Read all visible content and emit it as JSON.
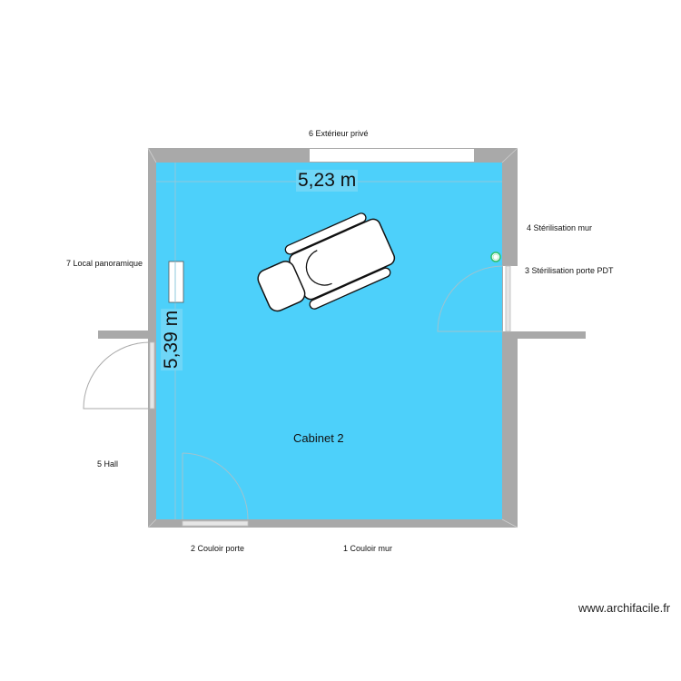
{
  "room": {
    "name": "Cabinet 2",
    "fill_color": "#4dd0fa",
    "wall_color": "#a9a9a9"
  },
  "dimensions": {
    "width": "5,23 m",
    "height": "5,39 m"
  },
  "adjacent_labels": {
    "top": "6 Extérieur privé",
    "right_wall": "4 Stérilisation mur",
    "right_door": "3 Stérilisation porte PDT",
    "left_top": "7 Local panoramique",
    "left_bottom": "5 Hall",
    "bottom_door": "2 Couloir porte",
    "bottom_wall": "1 Couloir mur"
  },
  "furniture": [
    {
      "type": "dental-chair-icon"
    },
    {
      "type": "cabinet-unit"
    }
  ],
  "watermark": "www.archifacile.fr"
}
